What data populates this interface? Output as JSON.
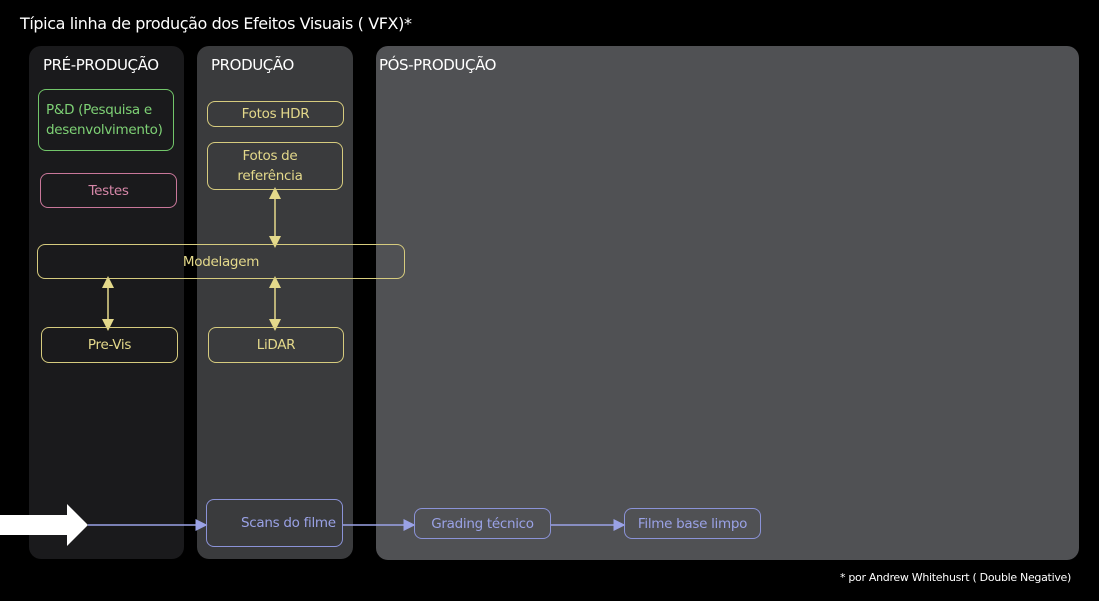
{
  "title": "Típica linha de produção dos Efeitos Visuais ( VFX)*",
  "columns": {
    "pre": "PRÉ-PRODUÇÃO",
    "prod": "PRODUÇÃO",
    "post": "PÓS-PRODUÇÃO"
  },
  "nodes": {
    "pd": "P&D (Pesquisa e desenvolvimento)",
    "testes": "Testes",
    "fotos_hdr": "Fotos HDR",
    "fotos_ref": "Fotos de referência",
    "modelagem": "Modelagem",
    "previs": "Pre-Vis",
    "lidar": "LiDAR",
    "scans": "Scans do filme",
    "grading": "Grading técnico",
    "filme_base": "Filme base limpo"
  },
  "footnote": "* por Andrew Whitehusrt ( Double Negative)",
  "colors": {
    "green": "#7ed175",
    "pink": "#d687a8",
    "yellow": "#e4d98b",
    "blue": "#9aa2e6"
  }
}
